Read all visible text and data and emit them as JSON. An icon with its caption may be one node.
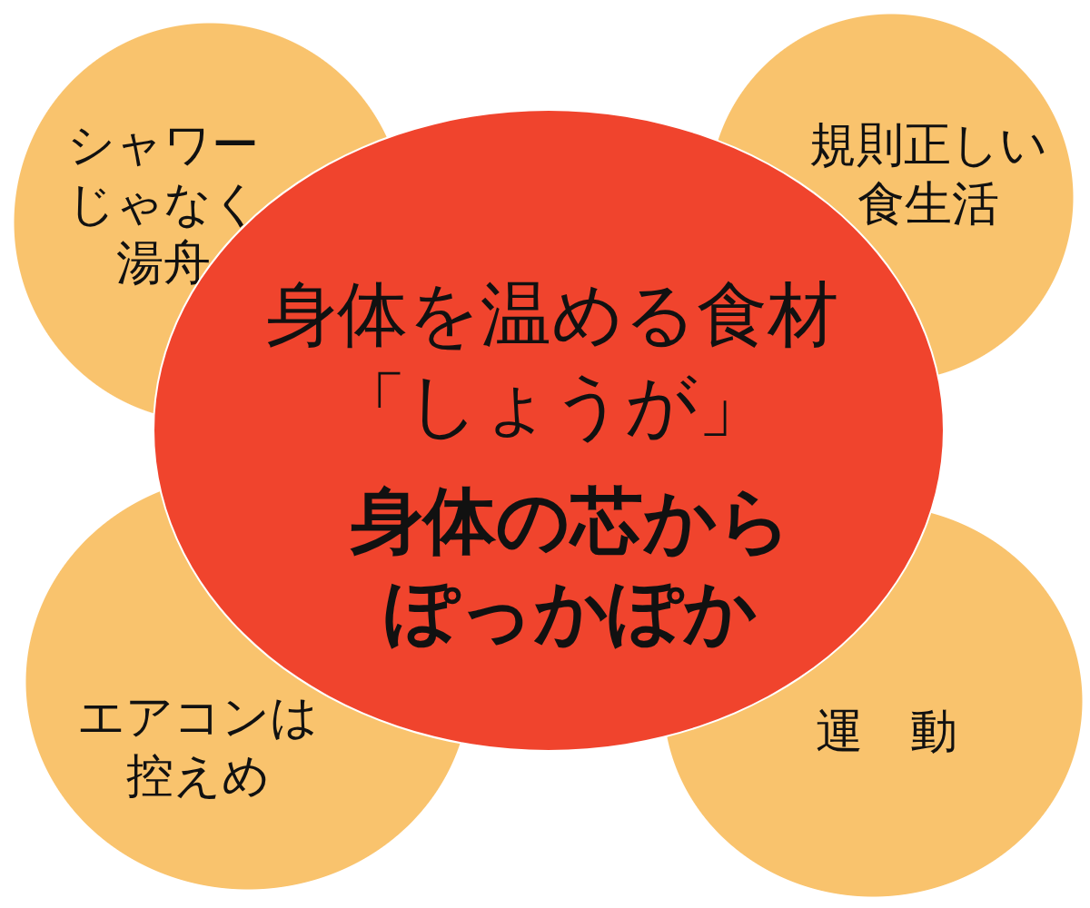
{
  "diagram": {
    "nodes": [
      {
        "text": [
          "シャワーじゃなく湯舟"
        ]
      },
      {
        "text": [
          "規則正しい食生活"
        ]
      },
      {
        "text": [
          "身体を温める食材「しょうが」",
          "身体の芯からぽっかぽか"
        ]
      },
      {
        "text": [
          "エアコンは控えめ"
        ]
      },
      {
        "text": [
          "運　動"
        ]
      }
    ]
  }
}
